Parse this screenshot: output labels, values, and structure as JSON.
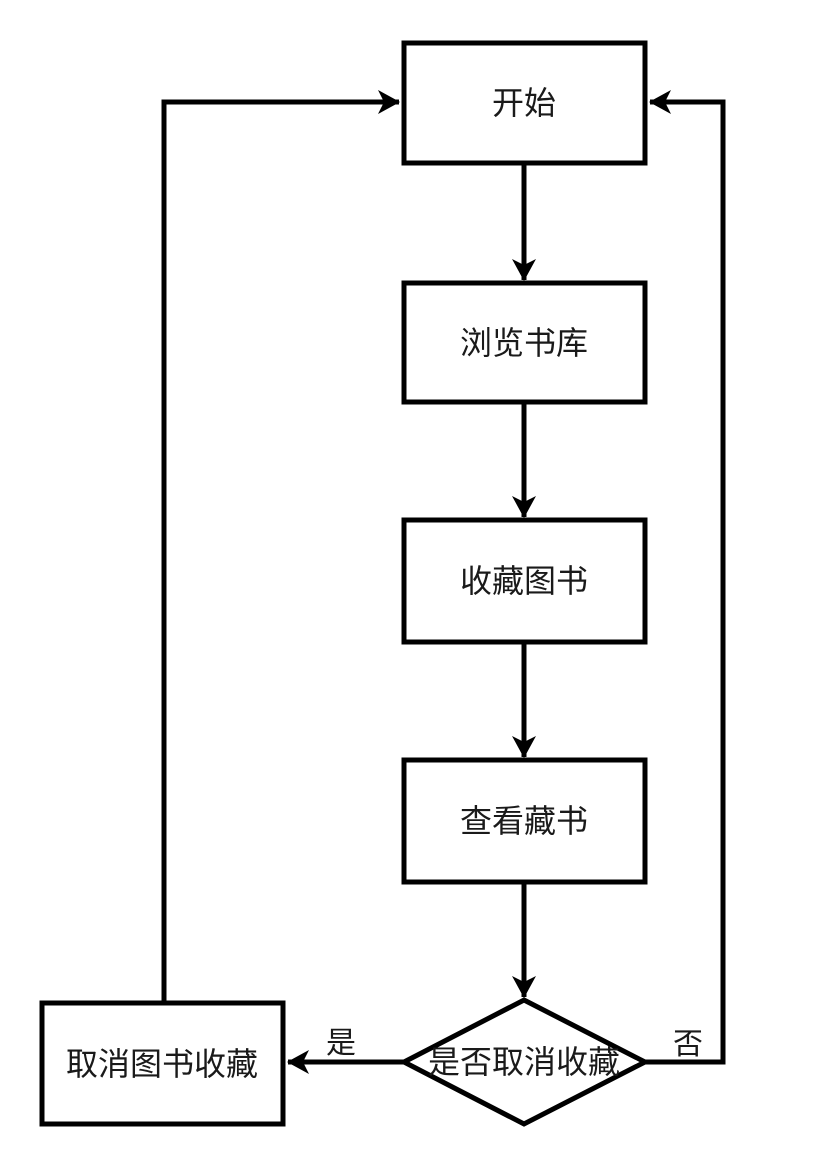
{
  "diagram": {
    "type": "flowchart",
    "background_color": "#ffffff",
    "stroke_color": "#000000",
    "node_fill_color": "#ffffff",
    "nodes": {
      "start": {
        "label": "开始",
        "shape": "rectangle"
      },
      "browse": {
        "label": "浏览书库",
        "shape": "rectangle"
      },
      "collect": {
        "label": "收藏图书",
        "shape": "rectangle"
      },
      "view": {
        "label": "查看藏书",
        "shape": "rectangle"
      },
      "decision": {
        "label": "是否取消收藏",
        "shape": "diamond"
      },
      "cancel": {
        "label": "取消图书收藏",
        "shape": "rectangle"
      }
    },
    "edge_labels": {
      "yes": "是",
      "no": "否"
    },
    "edges": [
      {
        "from": "start",
        "to": "browse",
        "label": ""
      },
      {
        "from": "browse",
        "to": "collect",
        "label": ""
      },
      {
        "from": "collect",
        "to": "view",
        "label": ""
      },
      {
        "from": "view",
        "to": "decision",
        "label": ""
      },
      {
        "from": "decision",
        "to": "cancel",
        "label": "是"
      },
      {
        "from": "decision",
        "to": "start",
        "label": "否"
      },
      {
        "from": "cancel",
        "to": "start",
        "label": ""
      }
    ]
  }
}
